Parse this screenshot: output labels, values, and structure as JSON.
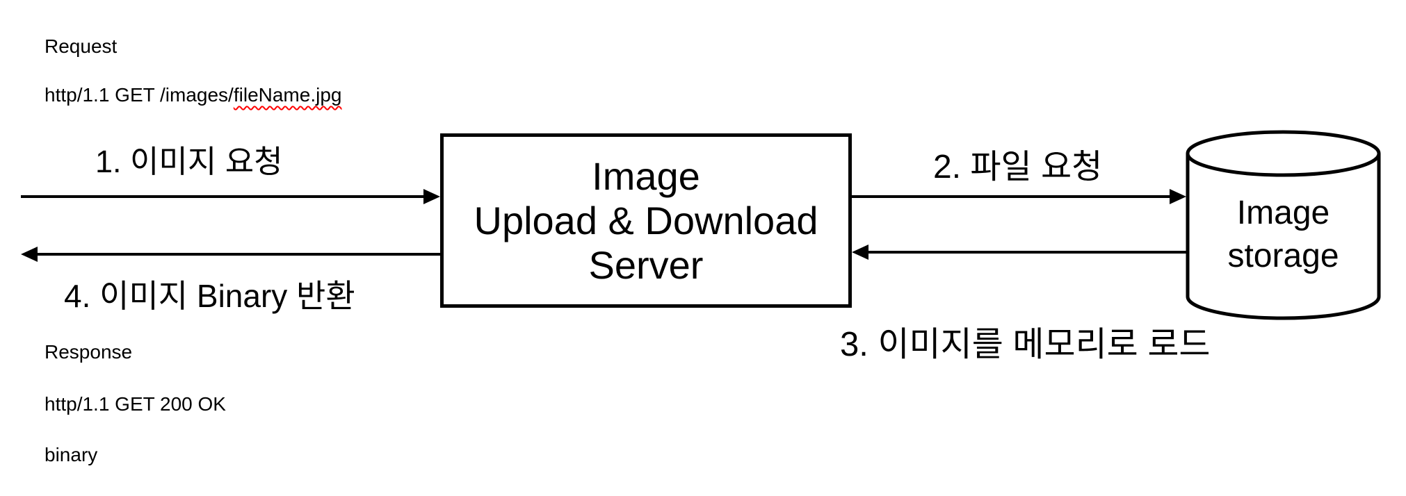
{
  "colors": {
    "bg": "#ffffff",
    "ink": "#000000",
    "squiggle": "#ff0000"
  },
  "request_block": {
    "title": "Request",
    "http_prefix": "http/1.1 GET /images/",
    "filename": "fileName.jpg"
  },
  "response_block": {
    "title": "Response",
    "status_line": "http/1.1 GET 200 OK",
    "body": "binary"
  },
  "flow": {
    "step1_label": "1. 이미지 요청",
    "step2_label": "2. 파일 요청",
    "step3_label": "3. 이미지를 메모리로 로드",
    "step4_label": "4. 이미지 Binary 반환"
  },
  "server_box": {
    "label": "Image\nUpload & Download\nServer"
  },
  "storage": {
    "label": "Image\nstorage"
  }
}
